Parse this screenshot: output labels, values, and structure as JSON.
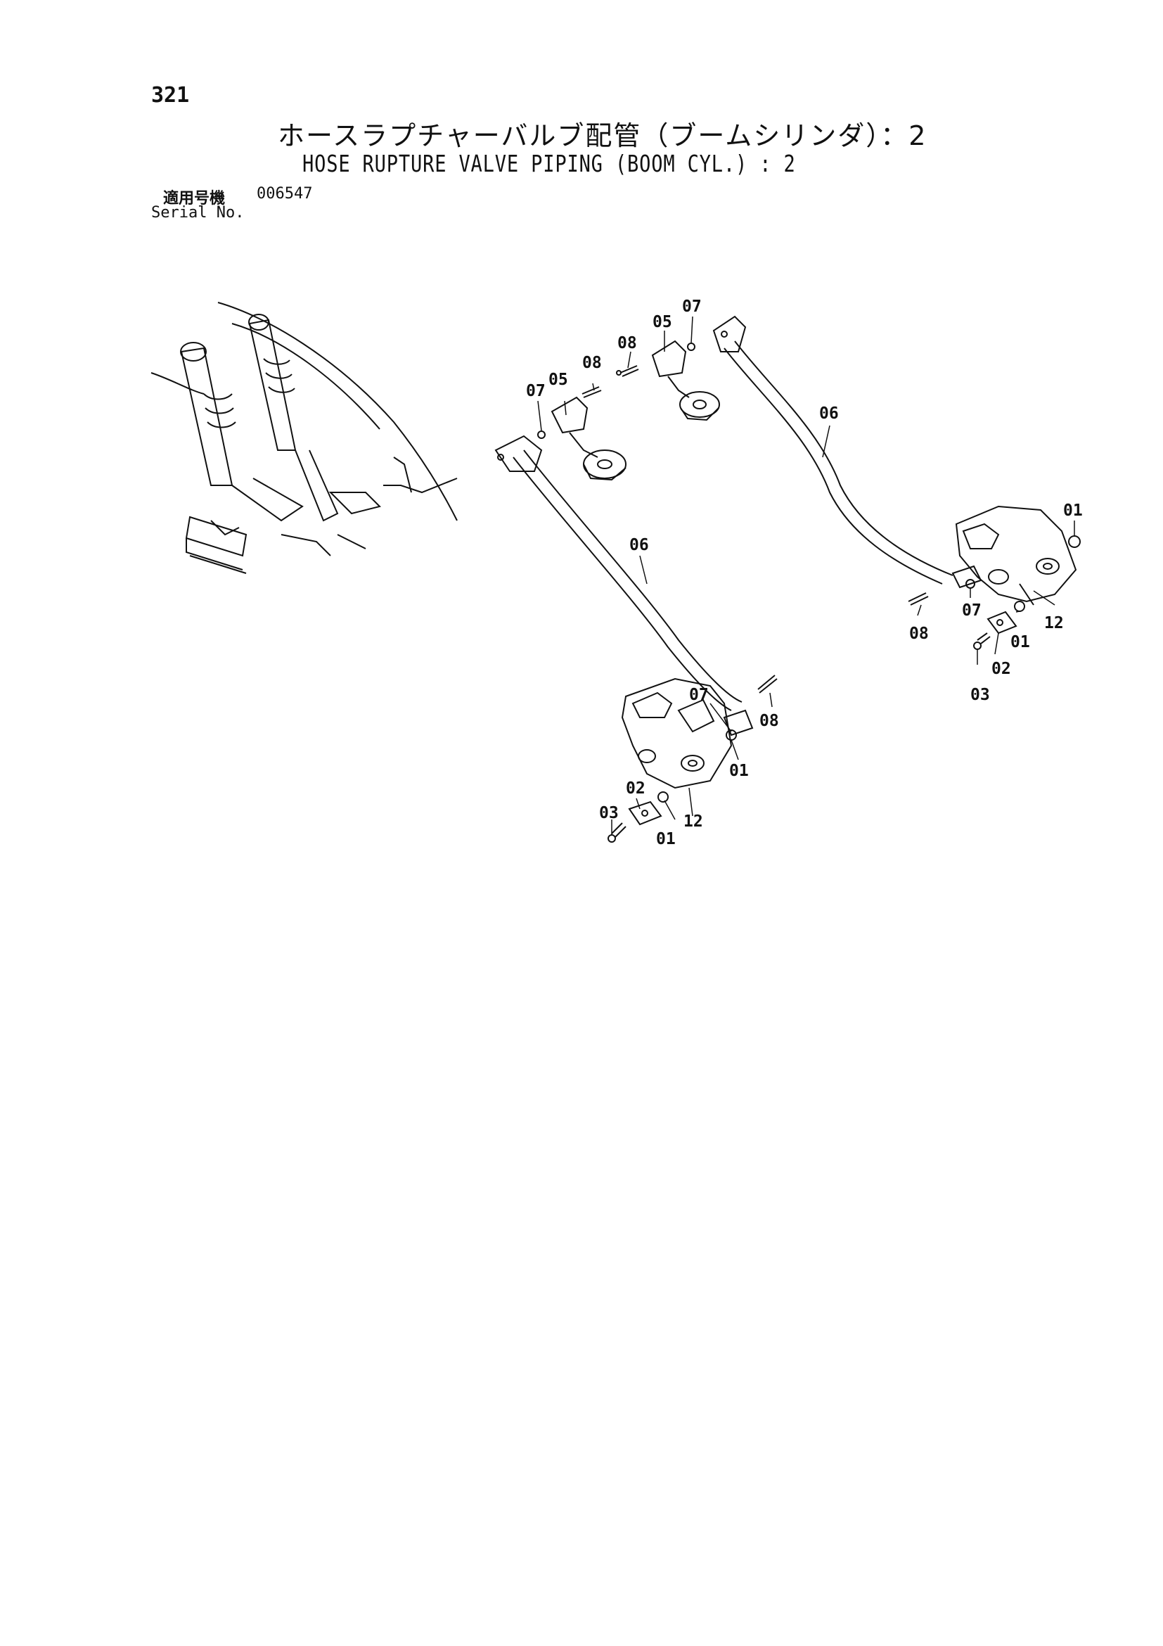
{
  "page_number": "321",
  "title_jp": "ホースラプチャーバルブ配管（ブームシリンダ）：2",
  "title_en": "HOSE RUPTURE VALVE PIPING (BOOM CYL.) : 2",
  "serial_label_jp": "適用号機",
  "serial_number": "006547",
  "serial_label_en": "Serial No.",
  "callouts": {
    "c07a": "07",
    "c05a": "05",
    "c08a": "08",
    "c08b": "08",
    "c05b": "05",
    "c07b": "07",
    "c06a": "06",
    "c06b": "06",
    "c01a": "01",
    "c07c": "07",
    "c08c": "08",
    "c12a": "12",
    "c01b": "01",
    "c02a": "02",
    "c03a": "03",
    "c07d": "07",
    "c08d": "08",
    "c01c": "01",
    "c02b": "02",
    "c03b": "03",
    "c12b": "12",
    "c01d": "01"
  }
}
